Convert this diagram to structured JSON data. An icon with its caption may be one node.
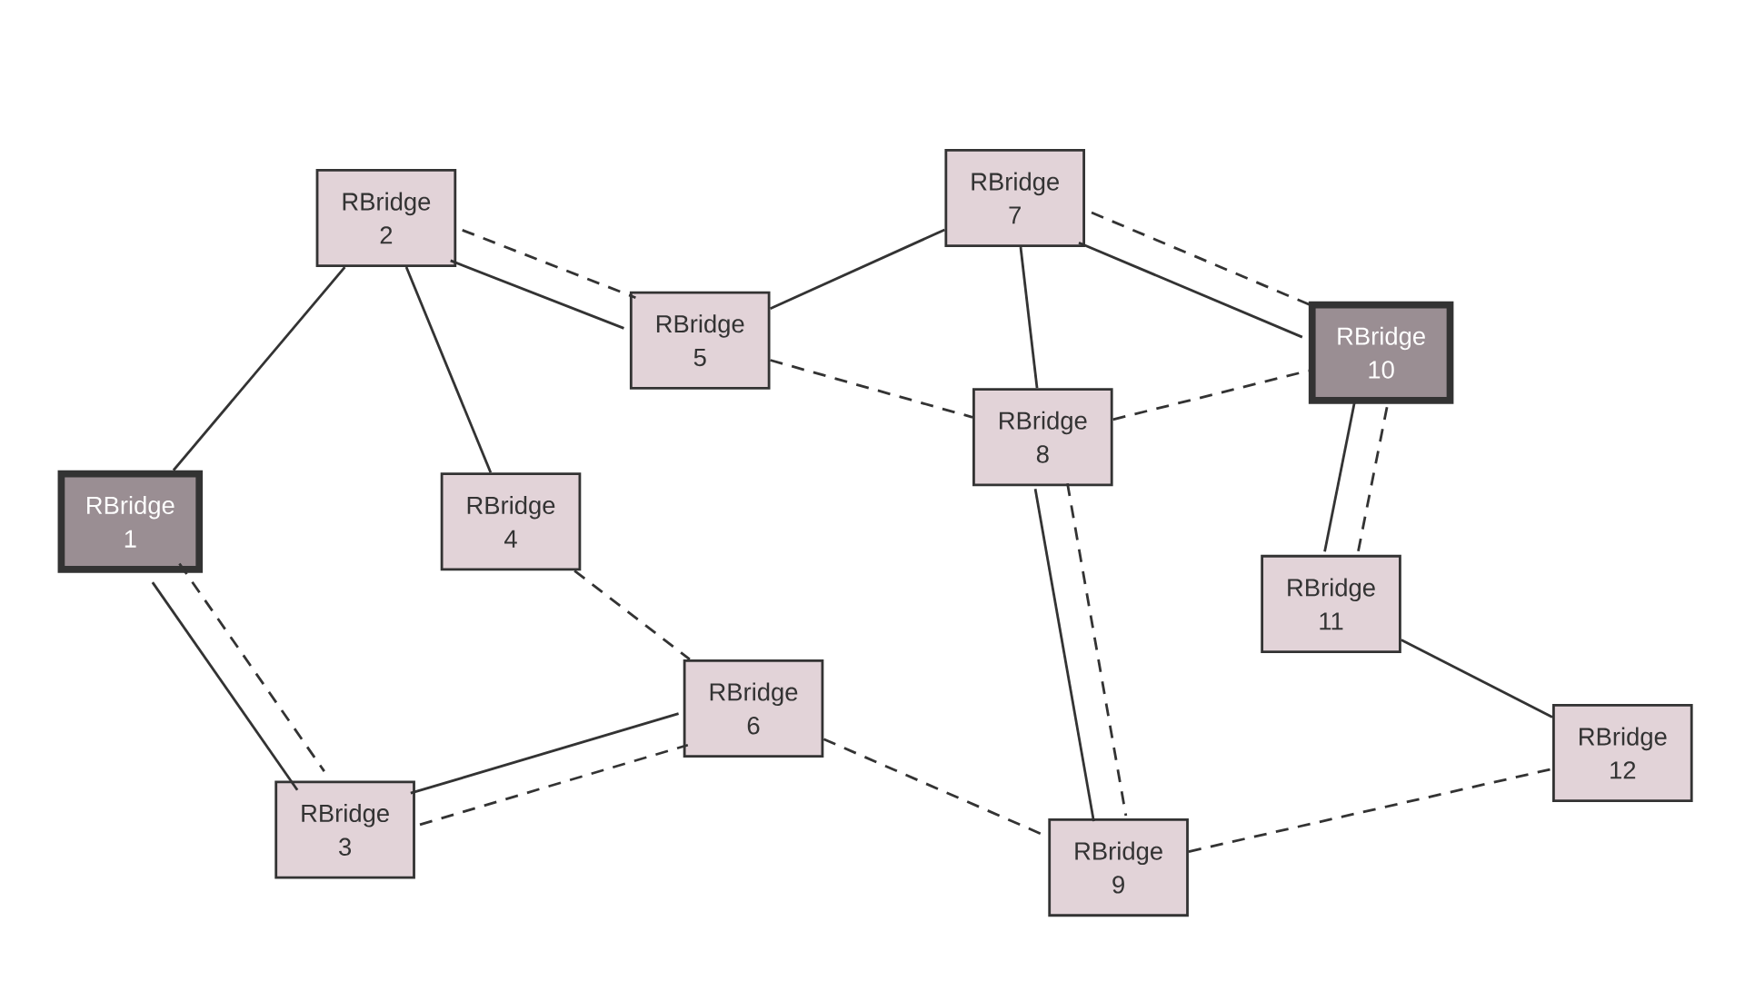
{
  "diagram": {
    "nodes": [
      {
        "text": [
          "RBridge 1"
        ]
      },
      {
        "text": [
          "RBridge 2"
        ]
      },
      {
        "text": [
          "RBridge 3"
        ]
      },
      {
        "text": [
          "RBridge 4"
        ]
      },
      {
        "text": [
          "RBridge 5"
        ]
      },
      {
        "text": [
          "RBridge 6"
        ]
      },
      {
        "text": [
          "RBridge 7"
        ]
      },
      {
        "text": [
          "RBridge 8"
        ]
      },
      {
        "text": [
          "RBridge 9"
        ]
      },
      {
        "text": [
          "RBridge 10"
        ]
      },
      {
        "text": [
          "RBridge 11"
        ]
      },
      {
        "text": [
          "RBridge 12"
        ]
      }
    ],
    "edges": [
      {
        "from": 0,
        "to": 1,
        "arrow": "none"
      },
      {
        "from": 0,
        "to": 2,
        "arrow": "none"
      },
      {
        "from": 0,
        "to": 2,
        "arrow": "none",
        "style": "dashed"
      },
      {
        "from": 1,
        "to": 4,
        "arrow": "none"
      },
      {
        "from": 1,
        "to": 4,
        "arrow": "none",
        "style": "dashed"
      },
      {
        "from": 1,
        "to": 3,
        "arrow": "none"
      },
      {
        "from": 4,
        "to": 6,
        "arrow": "none"
      },
      {
        "from": 4,
        "to": 7,
        "arrow": "none",
        "style": "dashed"
      },
      {
        "from": 6,
        "to": 9,
        "arrow": "none"
      },
      {
        "from": 6,
        "to": 9,
        "arrow": "none",
        "style": "dashed"
      },
      {
        "from": 6,
        "to": 7,
        "arrow": "none"
      },
      {
        "from": 7,
        "to": 9,
        "arrow": "none",
        "style": "dashed"
      },
      {
        "from": 7,
        "to": 8,
        "arrow": "none"
      },
      {
        "from": 7,
        "to": 8,
        "arrow": "none",
        "style": "dashed"
      },
      {
        "from": 9,
        "to": 10,
        "arrow": "none"
      },
      {
        "from": 9,
        "to": 10,
        "arrow": "none",
        "style": "dashed"
      },
      {
        "from": 10,
        "to": 11,
        "arrow": "none"
      },
      {
        "from": 3,
        "to": 5,
        "arrow": "none",
        "style": "dashed"
      },
      {
        "from": 2,
        "to": 5,
        "arrow": "none",
        "style": "dashed"
      },
      {
        "from": 2,
        "to": 5,
        "arrow": "none"
      },
      {
        "from": 5,
        "to": 8,
        "arrow": "none",
        "style": "dashed"
      },
      {
        "from": 8,
        "to": 11,
        "arrow": "none",
        "style": "dashed"
      }
    ]
  }
}
